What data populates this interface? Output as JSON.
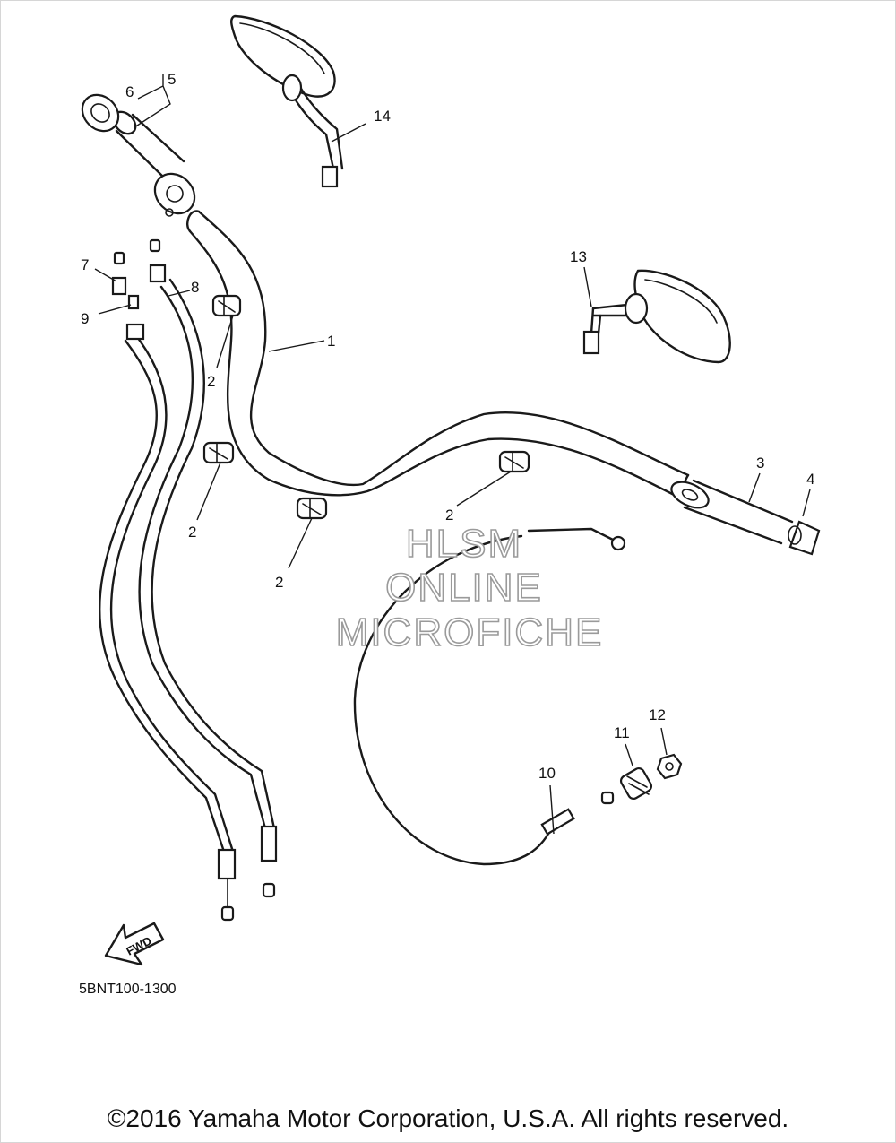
{
  "diagram": {
    "callouts": [
      {
        "id": "1",
        "label": "1"
      },
      {
        "id": "2a",
        "label": "2"
      },
      {
        "id": "2b",
        "label": "2"
      },
      {
        "id": "2c",
        "label": "2"
      },
      {
        "id": "2d",
        "label": "2"
      },
      {
        "id": "3",
        "label": "3"
      },
      {
        "id": "4",
        "label": "4"
      },
      {
        "id": "5",
        "label": "5"
      },
      {
        "id": "6",
        "label": "6"
      },
      {
        "id": "7",
        "label": "7"
      },
      {
        "id": "8",
        "label": "8"
      },
      {
        "id": "9",
        "label": "9"
      },
      {
        "id": "10",
        "label": "10"
      },
      {
        "id": "11",
        "label": "11"
      },
      {
        "id": "12",
        "label": "12"
      },
      {
        "id": "13",
        "label": "13"
      },
      {
        "id": "14",
        "label": "14"
      }
    ],
    "fwd_label": "FWD",
    "drawing_code": "5BNT100-1300"
  },
  "watermark": {
    "line1": "HLSM",
    "line2": "ONLINE",
    "line3": "MICROFICHE"
  },
  "copyright": "©2016 Yamaha Motor Corporation, U.S.A. All rights reserved."
}
